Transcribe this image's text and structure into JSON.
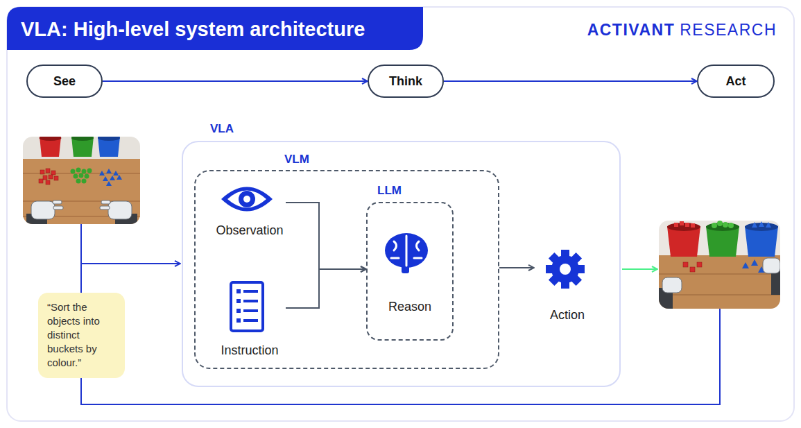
{
  "diagram": {
    "title": "VLA: High-level system architecture",
    "nodes": [
      {
        "text": [
          "See"
        ]
      },
      {
        "text": [
          "Think"
        ]
      },
      {
        "text": [
          "Act"
        ]
      },
      {
        "text": [
          "“Sort the objects into distinct buckets by colour.”"
        ]
      },
      {
        "text": [
          "VLA"
        ]
      },
      {
        "text": [
          "VLM"
        ],
        "in": 4
      },
      {
        "text": [
          "Observation"
        ],
        "in": 5
      },
      {
        "text": [
          "Instruction"
        ],
        "in": 5
      },
      {
        "text": [
          "LLM",
          "Reason"
        ],
        "in": 5
      },
      {
        "text": [
          "Action"
        ],
        "in": 4
      }
    ],
    "edges": [
      {
        "from": 0,
        "to": 1,
        "arrow": "to"
      },
      {
        "from": 1,
        "to": 2,
        "arrow": "to"
      },
      {
        "from": 6,
        "to": 8,
        "arrow": "to"
      },
      {
        "from": 7,
        "to": 8,
        "arrow": "to"
      },
      {
        "from": 5,
        "to": 9,
        "arrow": "to"
      }
    ],
    "labels": [
      "ACTIVANT",
      "RESEARCH"
    ]
  }
}
